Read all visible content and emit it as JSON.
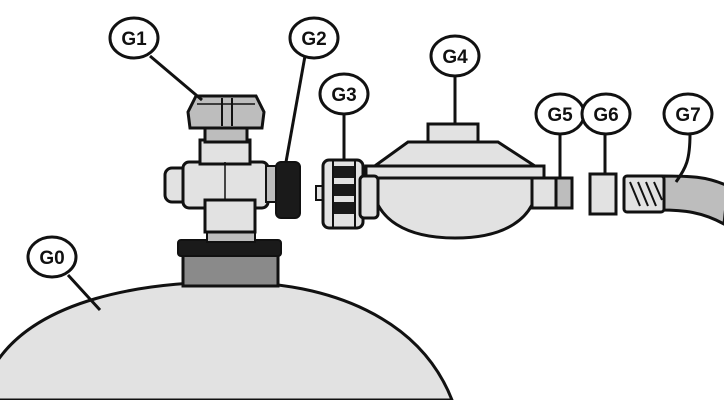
{
  "colors": {
    "outline": "#111111",
    "fill_light": "#e2e2e2",
    "fill_mid": "#bdbdbd",
    "fill_dark": "#8a8a8a",
    "seal": "#1a1a1a",
    "background": "#ffffff"
  },
  "callouts": [
    {
      "id": "G0",
      "label": "G0",
      "part": "gas-cylinder"
    },
    {
      "id": "G1",
      "label": "G1",
      "part": "valve-handwheel"
    },
    {
      "id": "G2",
      "label": "G2",
      "part": "valve-outlet-seal"
    },
    {
      "id": "G3",
      "label": "G3",
      "part": "regulator-coupling-nut"
    },
    {
      "id": "G4",
      "label": "G4",
      "part": "pressure-regulator"
    },
    {
      "id": "G5",
      "label": "G5",
      "part": "regulator-outlet-nozzle"
    },
    {
      "id": "G6",
      "label": "G6",
      "part": "hose-clamp"
    },
    {
      "id": "G7",
      "label": "G7",
      "part": "gas-hose"
    }
  ]
}
